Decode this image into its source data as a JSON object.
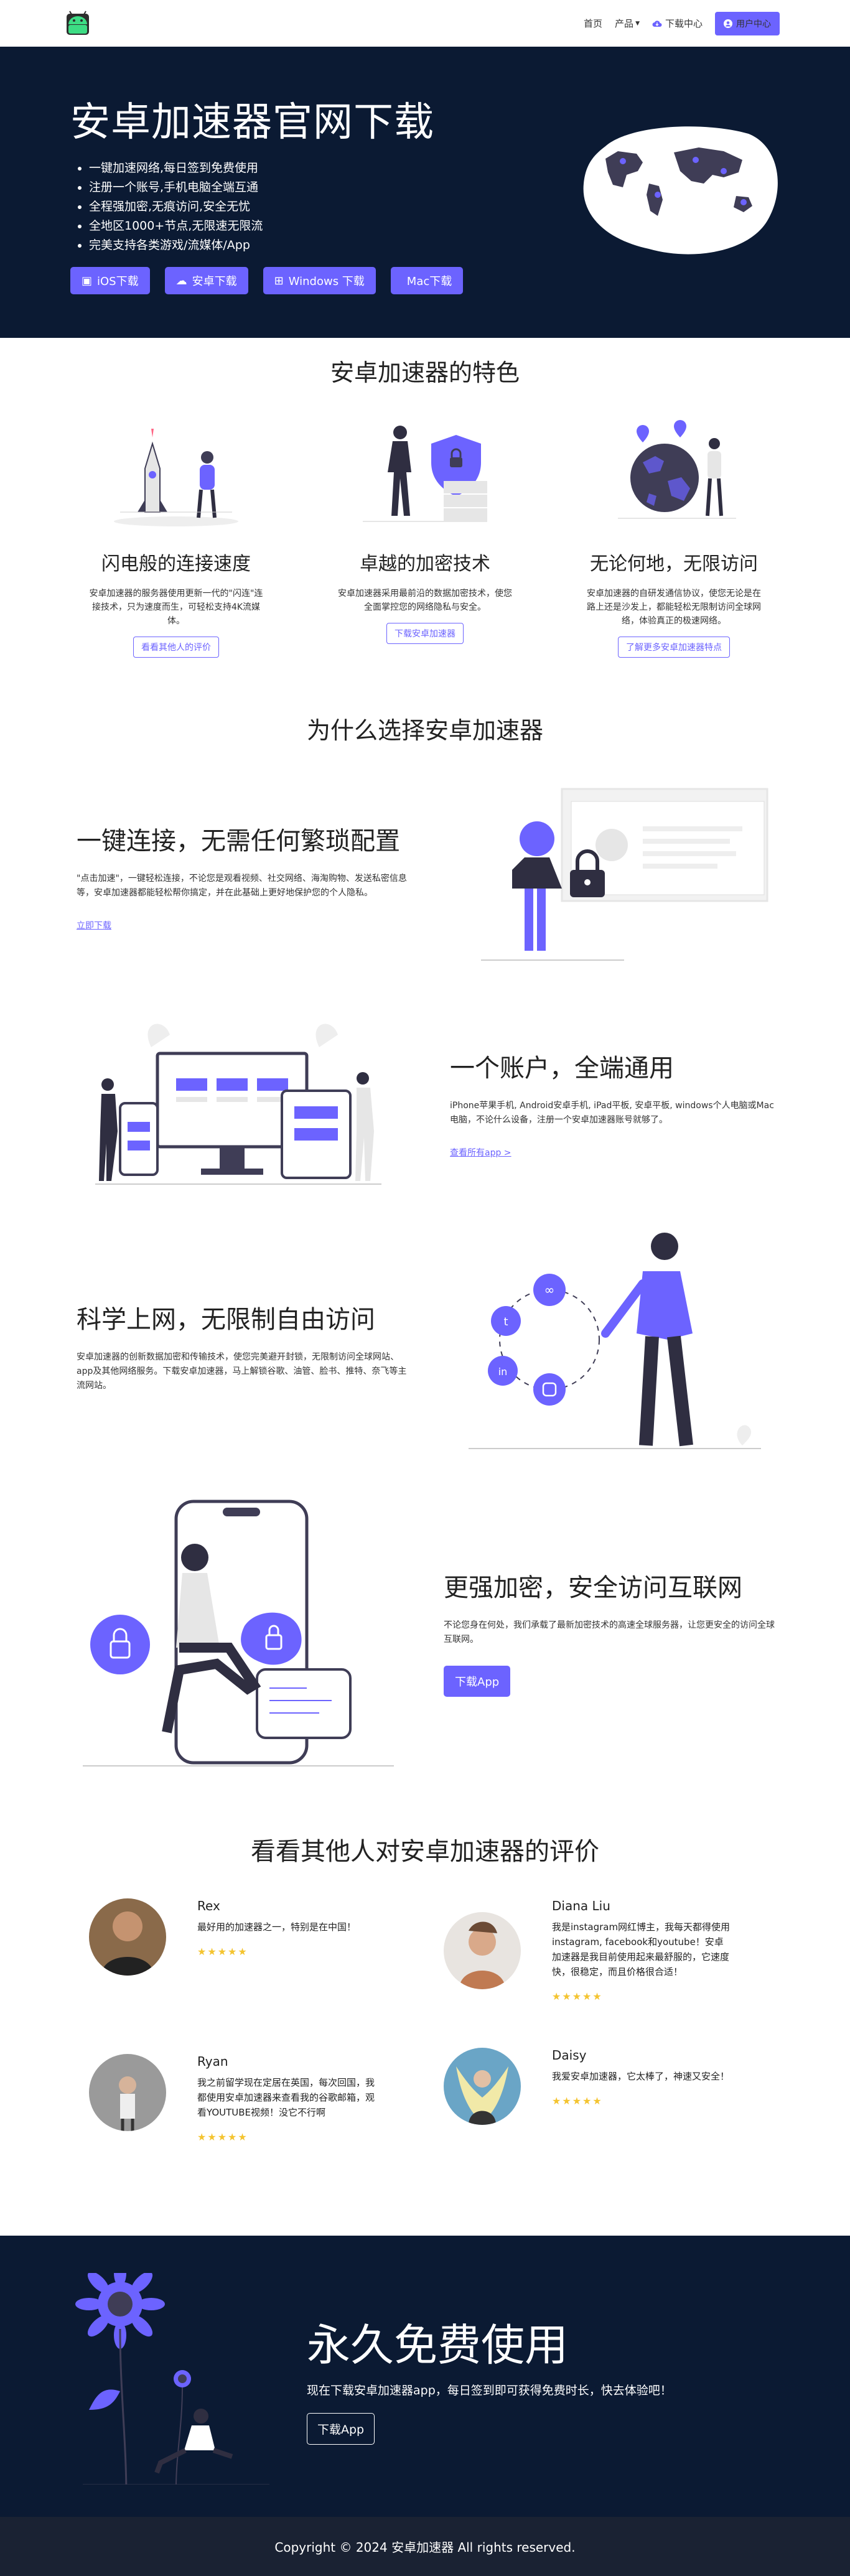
{
  "nav": {
    "items": [
      "首页",
      "产品",
      "下载中心"
    ],
    "user_center": "用户中心"
  },
  "hero": {
    "title": "安卓加速器官网下载",
    "bullets": [
      "一键加速网络,每日签到免费使用",
      "注册一个账号,手机电脑全端互通",
      "全程强加密,无痕访问,安全无忧",
      "全地区1000+节点,无限速无限流",
      "完美支持各类游戏/流媒体/App"
    ],
    "buttons": [
      "iOS下载",
      "安卓下载",
      "Windows 下载",
      "Mac下载"
    ]
  },
  "features": {
    "title": "安卓加速器的特色",
    "items": [
      {
        "title": "闪电般的连接速度",
        "desc": "安卓加速器的服务器使用更新一代的\"闪连\"连接技术，只为速度而生，可轻松支持4K流媒体。",
        "button": "看看其他人的评价"
      },
      {
        "title": "卓越的加密技术",
        "desc": "安卓加速器采用最前沿的数据加密技术，使您全面掌控您的网络隐私与安全。",
        "button": "下载安卓加速器"
      },
      {
        "title": "无论何地，无限访问",
        "desc": "安卓加速器的自研发通信协议，使您无论是在路上还是沙发上，都能轻松无限制访问全球网络，体验真正的极速网络。",
        "button": "了解更多安卓加速器特点"
      }
    ]
  },
  "why": {
    "title": "为什么选择安卓加速器",
    "rows": [
      {
        "title": "一键连接，无需任何繁琐配置",
        "desc": "\"点击加速\"，一键轻松连接，不论您是观看视频、社交网络、海淘购物、发送私密信息等，安卓加速器都能轻松帮你搞定，并在此基础上更好地保护您的个人隐私。",
        "link": "立即下载"
      },
      {
        "title": "一个账户，全端通用",
        "desc": "iPhone苹果手机, Android安卓手机, iPad平板, 安卓平板, windows个人电脑或Mac电脑，不论什么设备，注册一个安卓加速器账号就够了。",
        "link": "查看所有app >"
      },
      {
        "title": "科学上网，无限制自由访问",
        "desc": "安卓加速器的创新数据加密和传输技术，使您完美避开封锁，无限制访问全球网站、app及其他网络服务。下载安卓加速器，马上解锁谷歌、油管、脸书、推特、奈飞等主流网站。"
      },
      {
        "title": "更强加密，安全访问互联网",
        "desc": "不论您身在何处，我们承载了最新加密技术的高速全球服务器，让您更安全的访问全球互联网。",
        "button": "下载App"
      }
    ]
  },
  "reviews": {
    "title": "看看其他人对安卓加速器的评价",
    "items": [
      {
        "name": "Rex",
        "text": "最好用的加速器之一，特别是在中国！",
        "stars": "★★★★★"
      },
      {
        "name": "Diana Liu",
        "text": "我是instagram网红博主，我每天都得使用instagram, facebook和youtube！安卓加速器是我目前使用起来最舒服的，它速度快，很稳定，而且价格很合适！",
        "stars": "★★★★★"
      },
      {
        "name": "Ryan",
        "text": "我之前留学现在定居在英国，每次回国，我都使用安卓加速器来查看我的谷歌邮箱，观看YOUTUBE视频！没它不行啊",
        "stars": "★★★★★"
      },
      {
        "name": "Daisy",
        "text": "我爱安卓加速器，它太棒了，神速又安全！",
        "stars": "★★★★★"
      }
    ]
  },
  "free": {
    "title": "永久免费使用",
    "desc": "现在下载安卓加速器app，每日签到即可获得免费时长，快去体验吧！",
    "button": "下载App"
  },
  "footer": {
    "copyright": "Copyright © 2024 安卓加速器 All rights reserved."
  },
  "colors": {
    "accent": "#6c63ff",
    "dark": "#0b1a33",
    "star": "#f4c430"
  }
}
